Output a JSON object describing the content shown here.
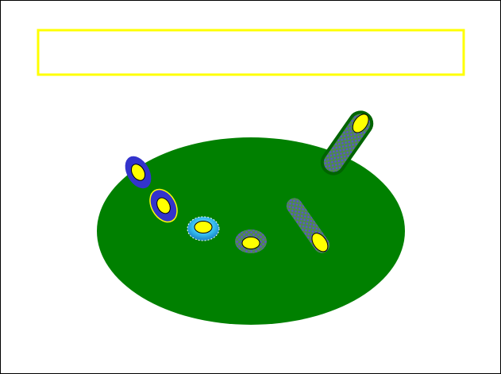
{
  "title_box": {
    "text": ""
  },
  "colors": {
    "background": "#ffffff",
    "border": "#000000",
    "title_border": "#ffff00",
    "plate": "#008000",
    "core": "#ffff00",
    "ring_blue": "#3333cc",
    "ring_cyan": "#33bbee",
    "speckle_base": "#4d8a4d",
    "speckle_dot": "#5b4fd6"
  },
  "icons": [
    "vesicle-blue-ring",
    "vesicle-yellow-rim",
    "vesicle-cyan",
    "vesicle-speckled",
    "rod-speckled"
  ]
}
